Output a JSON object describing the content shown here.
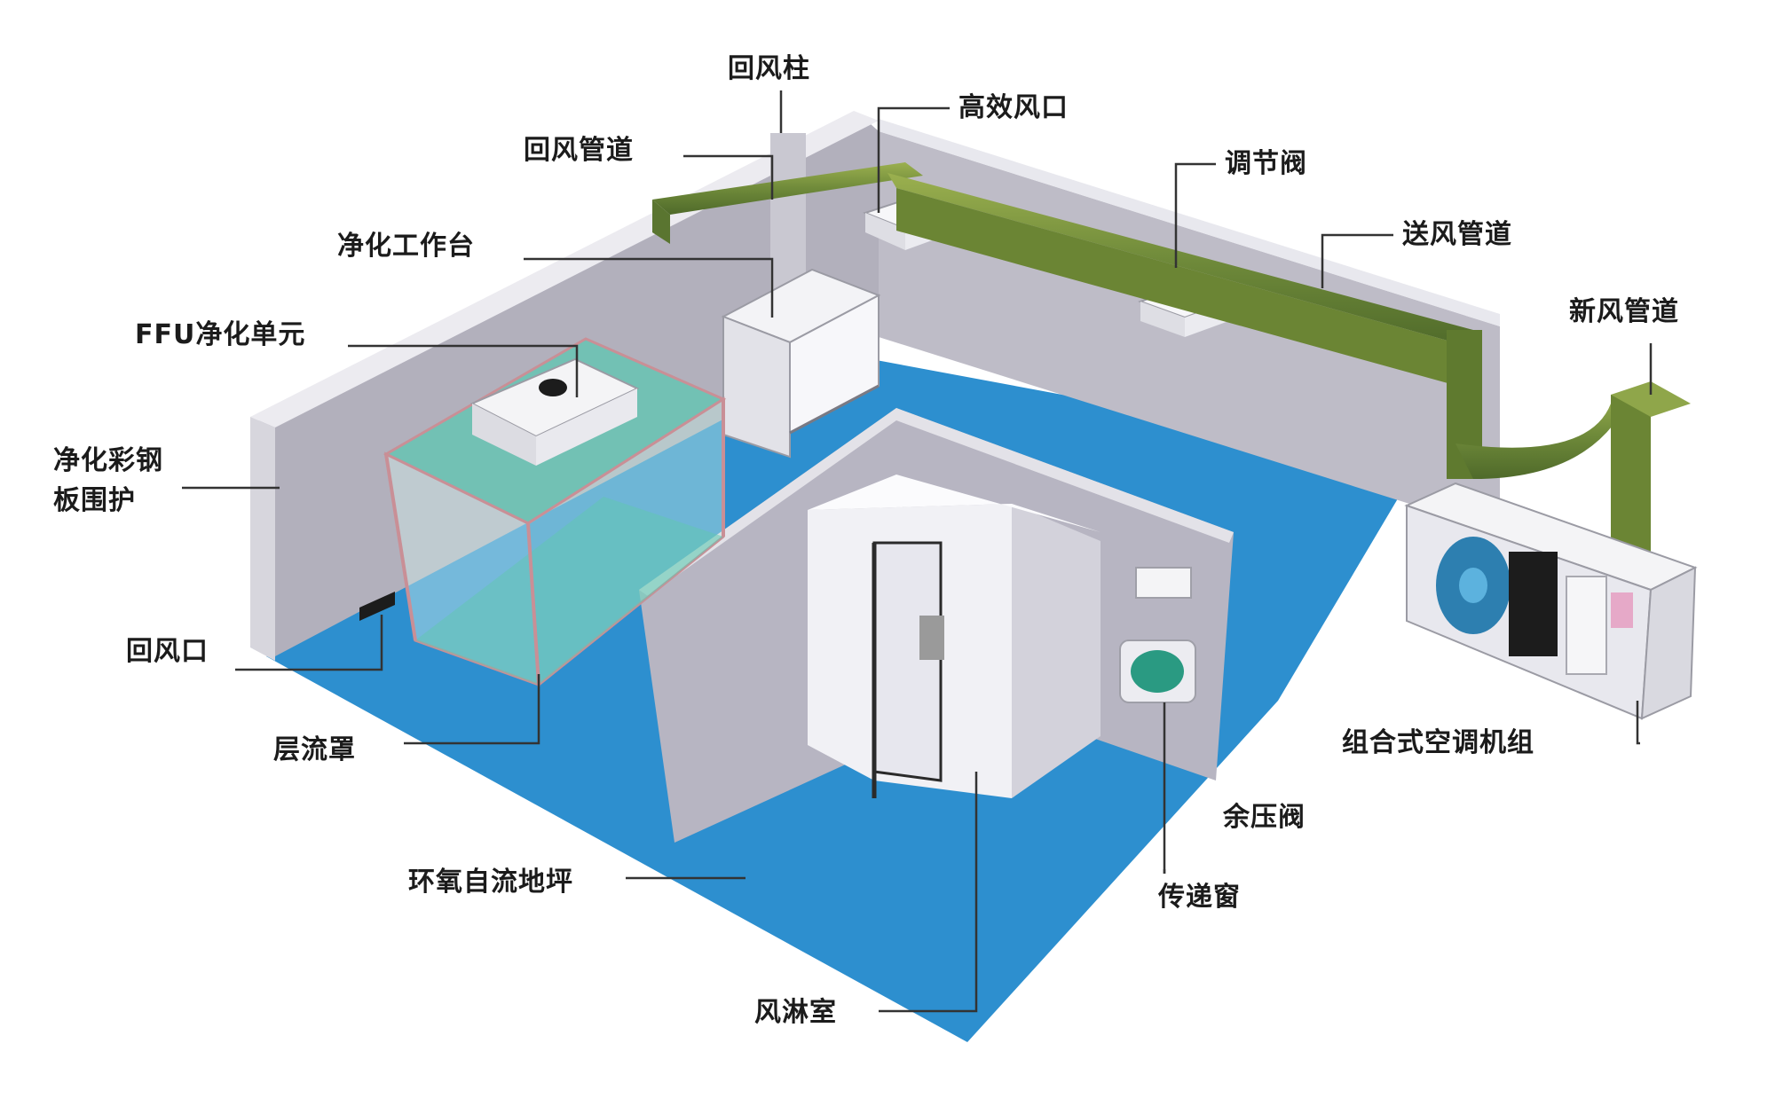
{
  "diagram": {
    "labels": {
      "return_air_column": "回风柱",
      "hepa_outlet": "高效风口",
      "return_air_duct": "回风管道",
      "regulating_valve": "调节阀",
      "supply_air_duct": "送风管道",
      "clean_bench": "净化工作台",
      "fresh_air_duct": "新风管道",
      "ffu_unit": "FFU净化单元",
      "panel_wall_line1": "净化彩钢",
      "panel_wall_line2": "板围护",
      "return_air_outlet": "回风口",
      "laminar_hood": "层流罩",
      "ahu": "组合式空调机组",
      "pressure_relief_valve": "余压阀",
      "epoxy_floor": "环氧自流地坪",
      "pass_box": "传递窗",
      "air_shower": "风淋室"
    },
    "colors": {
      "floor": "#2d8fcf",
      "wall_face": "#b6b4bf",
      "wall_top": "#e9e9ee",
      "duct_green": "#6a7f35",
      "glass": "#62c6b2",
      "label_text": "#1b1b1b",
      "leader_line": "#333333"
    }
  }
}
